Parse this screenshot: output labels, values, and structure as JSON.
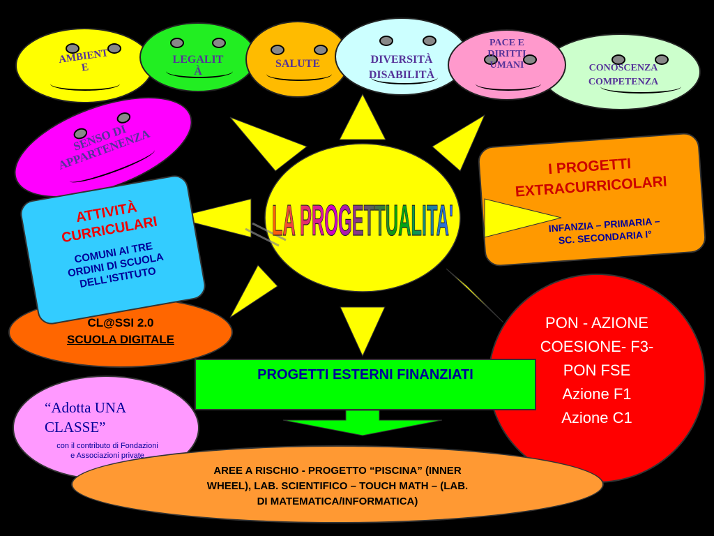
{
  "center": {
    "title": "LA PROGETTUALITA'"
  },
  "faces": {
    "ambiente": {
      "label": "AMBIENT\nE",
      "color": "#ffff00",
      "text_color": "#553399"
    },
    "legalita": {
      "label": "LEGALIT\nÀ",
      "color": "#22ee22",
      "text_color": "#553399"
    },
    "salute": {
      "label": "SALUTE",
      "color": "#ffbb00",
      "text_color": "#553399"
    },
    "diversita": {
      "label": "DIVERSITÀ\nDISABILITÀ",
      "color": "#ccffff",
      "text_color": "#553399"
    },
    "pace": {
      "label": "PACE E\nDIRITTI\nUMANI",
      "color": "#ff99cc",
      "text_color": "#553399"
    },
    "conoscenza": {
      "label": "CONOSCENZA\nCOMPETENZA",
      "color": "#ccffcc",
      "text_color": "#553399"
    },
    "senso": {
      "label": "SENSO DI\nAPPARTENENZA",
      "color": "#ff00ff",
      "text_color": "#553399"
    }
  },
  "extracurricolari": {
    "title": "I PROGETTI\nEXTRACURRICOLARI",
    "subtitle": "INFANZIA – PRIMARIA –\nSC. SECONDARIA I°",
    "color": "#ff9900"
  },
  "curricolari": {
    "title": "ATTIVITÀ\nCURRICULARI",
    "subtitle": "COMUNI AI TRE\nORDINI DI SCUOLA\nDELL'ISTITUTO",
    "color": "#33ccff"
  },
  "classi": {
    "line1": "CL@SSI 2.0",
    "line2": "SCUOLA DIGITALE",
    "color": "#ff6600"
  },
  "pon": {
    "text": "PON  - AZIONE\nCOESIONE- F3-\nPON FSE\nAzione F1\nAzione C1",
    "color": "#ff0000"
  },
  "esterni": {
    "title": "PROGETTI ESTERNI FINANZIATI",
    "color": "#00ff00"
  },
  "adotta": {
    "title": "“Adotta   UNA\nCLASSE”",
    "subtitle": "con il contributo di Fondazioni\ne Associazioni private",
    "color": "#ff99ff"
  },
  "aree": {
    "text": "AREE A RISCHIO - PROGETTO “PISCINA” (INNER\nWHEEL), LAB. SCIENTIFICO – TOUCH MATH – (LAB.\nDI MATEMATICA/INFORMATICA)",
    "color": "#ff9933"
  },
  "colors": {
    "sun": "#ffff00",
    "title_gradient": [
      "#ff6600",
      "#cc00cc",
      "#00aa00",
      "#3366ff"
    ]
  }
}
